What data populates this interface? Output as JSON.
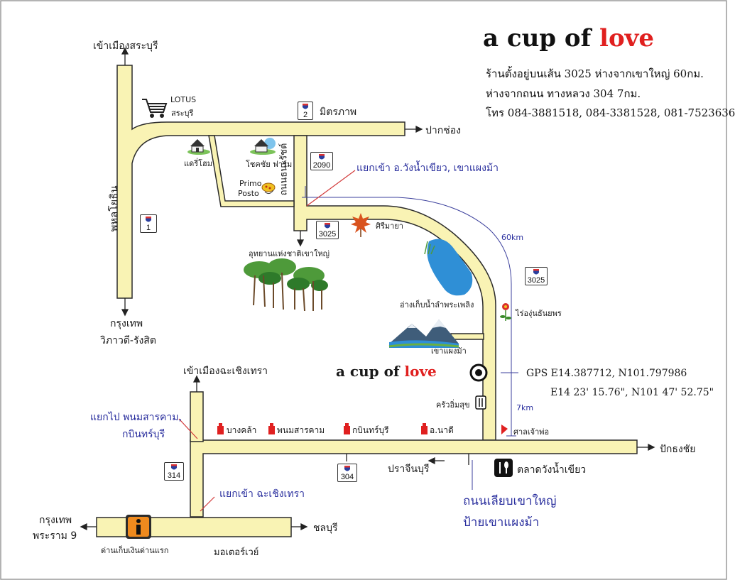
{
  "title": {
    "part1": "a cup of ",
    "part2": "love"
  },
  "info": {
    "line1": "ร้านตั้งอยู่บนเส้น 3025  ห่างจากเขาใหญ่ 60กม.",
    "line2": "ห่างจากถนน ทางหลวง 304  7กม.",
    "line3": "โทร 084-3881518, 084-3381528, 081-7523636"
  },
  "gps": {
    "line1": "GPS E14.387712, N101.797986",
    "line2": "E14 23' 15.76\", N101 47' 52.75\""
  },
  "labels": {
    "to_saraburi": "เข้าเมืองสระบุรี",
    "lotus": "LOTUS",
    "lotus_sub": "สระบุรี",
    "mittraphap": "มิตรภาพ",
    "pak_chong": "ปากช่อง",
    "dairy_home": "แดรี่โฮม",
    "chokchai_farm": "โชคชัย ฟาร์ม",
    "thanarat_rd": "ถนนธนะรัชต์",
    "primo1": "Primo",
    "primo2": "Posto",
    "branch_wangnamkhiao": "แยกเข้า อ.วังน้ำเขียว, เขาแผงม้า",
    "phahonyothin": "พหลโยธิน",
    "khaoyai_park": "อุทยานแห่งชาติเขาใหญ่",
    "sirimaya": "ศิรีมายา",
    "dist_60": "60km",
    "reservoir": "อ่างเก็บน้ำลำพระเพลิง",
    "vineyard": "ไร่องุ่นธันยพร",
    "to_bangkok": "กรุงเทพ",
    "vibhavadi": "วิภาวดี-รังสิต",
    "khao_phaeng_ma": "เขาแผงม้า",
    "cup_of_love_small": "a cup of ",
    "cup_of_love_small_red": "love",
    "to_chachoengsao": "เข้าเมืองฉะเชิงเทรา",
    "krua_imsuk": "ครัวอิ่มสุข",
    "dist_7": "7km",
    "branch_phanom": "แยกไป พนมสารคาม,",
    "branch_phanom2": "กบินทร์บุรี",
    "bang_khla": "บางคล้า",
    "phanom_sarakham": "พนมสารคาม",
    "kabinburi": "กบินทร์บุรี",
    "na_di": "อ.นาดี",
    "shrine": "ศาลเจ้าพ่อ",
    "pak_thong_chai": "ปักธงชัย",
    "prachinburi": "ปราจีนบุรี",
    "wangnamkhiao_market": "ตลาดวังน้ำเขียว",
    "branch_chachoengsao": "แยกเข้า ฉะเชิงเทรา",
    "bypass1": "ถนนเลียบเขาใหญ่",
    "bypass2": "ป้ายเขาแผงม้า",
    "bkk_rama9_1": "กรุงเทพ",
    "bkk_rama9_2": "พระราม 9",
    "chonburi": "ชลบุรี",
    "toll": "ด่านเก็บเงินด่านแรก",
    "motorway": "มอเตอร์เวย์"
  },
  "shields": {
    "r2": "2",
    "r2090": "2090",
    "r1": "1",
    "r3025a": "3025",
    "r3025b": "3025",
    "r314": "314",
    "r304": "304"
  },
  "colors": {
    "road_fill": "#f9f3b4",
    "road_stroke": "#2b2b2b",
    "guide_line": "#3b3f9c",
    "pointer_line": "#d23a3a",
    "title_red": "#e0201f",
    "label_blue": "#2a2f9e"
  },
  "icons": [
    "shopping-cart-icon",
    "house-icon",
    "farm-icon",
    "pizza-icon",
    "trees-icon",
    "maple-leaf-icon",
    "lake-icon",
    "flower-icon",
    "mountain-icon",
    "target-icon",
    "restaurant-icon",
    "gas-pump-icon",
    "shrine-flag-icon",
    "info-booth-icon",
    "highway-shield-icon"
  ]
}
